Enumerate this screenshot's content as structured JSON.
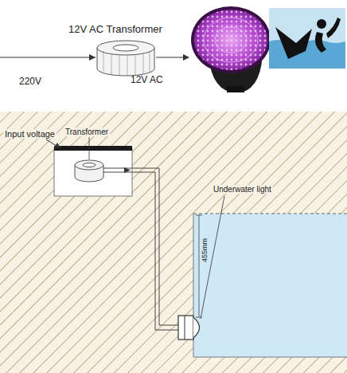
{
  "diagram": {
    "labels": [
      "12V AC Transformer",
      "220V",
      "12V AC",
      "Input voltage",
      "Transformer",
      "Underwater light",
      "455mm"
    ]
  }
}
